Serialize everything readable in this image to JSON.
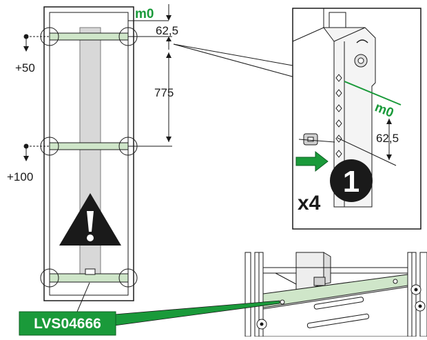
{
  "labels": {
    "m0_main": "m0",
    "dim_top": "62,5",
    "dim_pitch": "775",
    "offset_upper": "+50",
    "offset_lower": "+100",
    "m0_detail": "m0",
    "dim_detail": "62,5",
    "step_number": "1",
    "quantity": "x4",
    "part_ref": "LVS04666"
  },
  "colors": {
    "accent_green": "#1a9a3a",
    "rail_green": "#cfe6c9",
    "badge_green": "#1a9a3a",
    "ink": "#1a1a1a",
    "panel_gray": "#d8d8d8"
  },
  "icons": {
    "warning": "warning-triangle-icon",
    "step": "step-circle-icon",
    "push": "push-arrow-icon"
  }
}
